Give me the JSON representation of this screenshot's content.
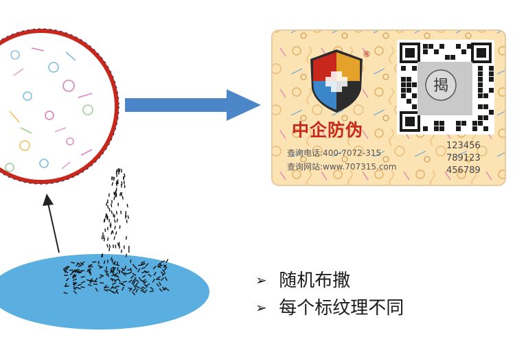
{
  "label": {
    "brand": "中企防伪",
    "registered": "®",
    "phone_line": "查询电话:400-7072-315",
    "site_line": "查询网站:www.707315.com",
    "serial_lines": [
      "123456",
      "789123",
      "456789"
    ],
    "peel_char": "揭"
  },
  "bullets": [
    {
      "marker": "➢",
      "text": "随机布撒"
    },
    {
      "marker": "➢",
      "text": "每个标纹理不同"
    }
  ],
  "colors": {
    "arrow_blue": "#4a86c8",
    "pool_blue": "#5aaee0",
    "circle_red": "#c8271b",
    "label_border": "#e8c99a"
  }
}
